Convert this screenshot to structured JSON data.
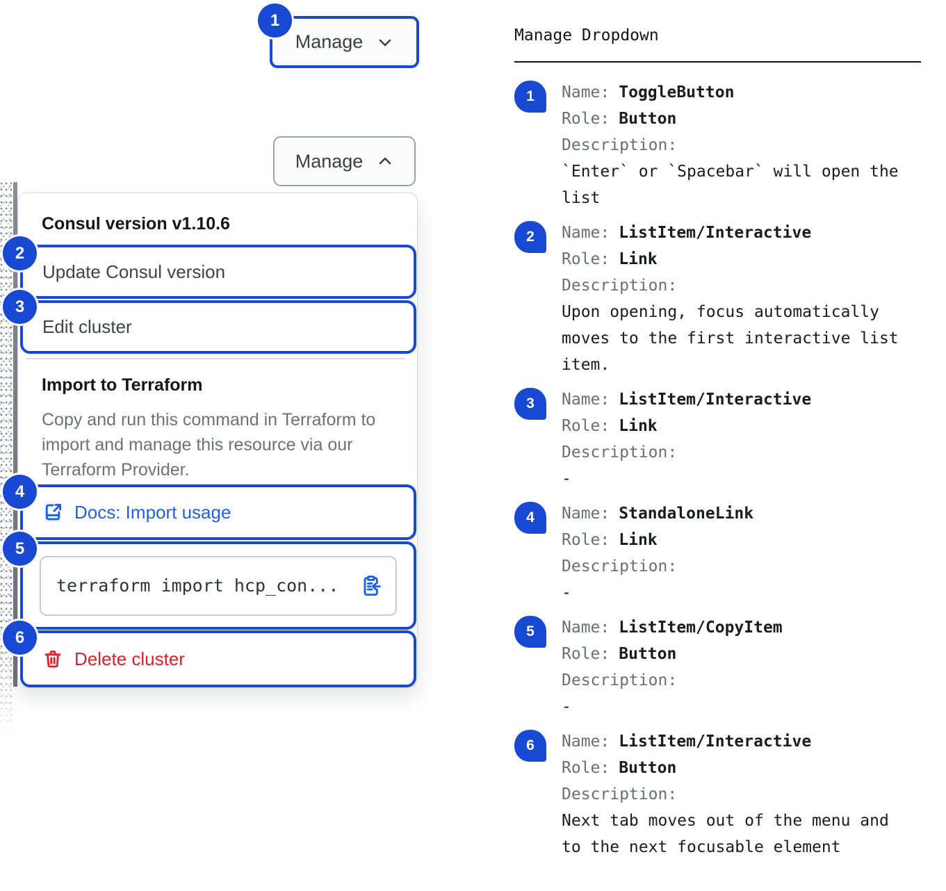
{
  "colors": {
    "annotation_blue": "#1749d2",
    "link_blue": "#1c61e7",
    "critical_red": "#e0212c"
  },
  "icons": {
    "toggle_collapsed": "chevron-down-icon",
    "toggle_expanded": "chevron-up-icon",
    "docs_link": "docs-link-icon",
    "copy": "clipboard-copy-icon",
    "delete": "trash-icon"
  },
  "component": {
    "toggle_collapsed": {
      "label": "Manage",
      "badge": "1"
    },
    "toggle_expanded": {
      "label": "Manage"
    },
    "dropdown": {
      "version_header": "Consul version v1.10.6",
      "update_item": {
        "badge": "2",
        "label": "Update Consul version"
      },
      "edit_item": {
        "badge": "3",
        "label": "Edit cluster"
      },
      "import_section": {
        "title": "Import to Terraform",
        "description": "Copy and run this command in Terraform to import and manage this resource via our Terraform Provider.",
        "docs_link": {
          "badge": "4",
          "label": "Docs: Import usage"
        },
        "copy_field": {
          "badge": "5",
          "code": "terraform import hcp_con..."
        }
      },
      "delete_item": {
        "badge": "6",
        "label": "Delete cluster"
      }
    }
  },
  "legend": {
    "title": "Manage Dropdown",
    "labels": {
      "name": "Name:",
      "role": "Role:",
      "description": "Description:"
    },
    "items": [
      {
        "badge": "1",
        "name": "ToggleButton",
        "role": "Button",
        "description": "`Enter` or `Spacebar` will open the list"
      },
      {
        "badge": "2",
        "name": "ListItem/Interactive",
        "role": "Link",
        "description": "Upon opening, focus automatically moves to the first interactive list item."
      },
      {
        "badge": "3",
        "name": "ListItem/Interactive",
        "role": "Link",
        "description": "-"
      },
      {
        "badge": "4",
        "name": "StandaloneLink",
        "role": "Link",
        "description": "-"
      },
      {
        "badge": "5",
        "name": "ListItem/CopyItem",
        "role": "Button",
        "description": "-"
      },
      {
        "badge": "6",
        "name": "ListItem/Interactive",
        "role": "Button",
        "description": "Next tab moves out of the menu and to the next focusable element"
      }
    ]
  }
}
